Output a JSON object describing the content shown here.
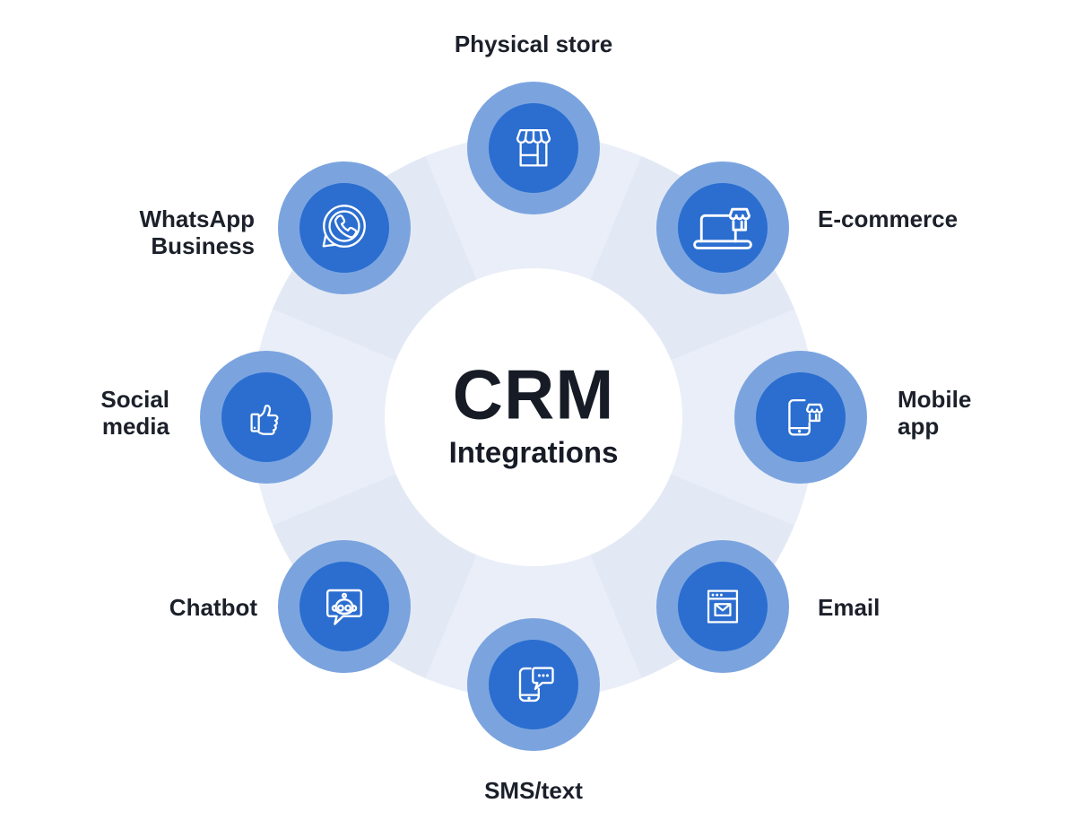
{
  "center": {
    "title": "CRM",
    "subtitle": "Integrations"
  },
  "nodes": [
    {
      "id": "physical-store",
      "label": "Physical store",
      "lines": [
        "Physical store"
      ],
      "icon": "storefront-icon"
    },
    {
      "id": "e-commerce",
      "label": "E-commerce",
      "lines": [
        "E-commerce"
      ],
      "icon": "laptop-store-icon"
    },
    {
      "id": "mobile-app",
      "label": "Mobile app",
      "lines": [
        "Mobile",
        "app"
      ],
      "icon": "phone-store-icon"
    },
    {
      "id": "email",
      "label": "Email",
      "lines": [
        "Email"
      ],
      "icon": "browser-envelope-icon"
    },
    {
      "id": "sms-text",
      "label": "SMS/text",
      "lines": [
        "SMS/text"
      ],
      "icon": "phone-chat-icon"
    },
    {
      "id": "chatbot",
      "label": "Chatbot",
      "lines": [
        "Chatbot"
      ],
      "icon": "robot-chat-icon"
    },
    {
      "id": "social-media",
      "label": "Social media",
      "lines": [
        "Social",
        "media"
      ],
      "icon": "thumbs-up-icon"
    },
    {
      "id": "whatsapp-business",
      "label": "WhatsApp Business",
      "lines": [
        "WhatsApp",
        "Business"
      ],
      "icon": "whatsapp-icon"
    }
  ],
  "colors": {
    "node_outer": "#7ba4df",
    "node_inner": "#2b6ed0",
    "ring_light": "#e9eef8",
    "ring_shade": "#e3e9f4",
    "icon_stroke": "#ffffff",
    "text": "#1b202a",
    "title": "#161b25"
  }
}
